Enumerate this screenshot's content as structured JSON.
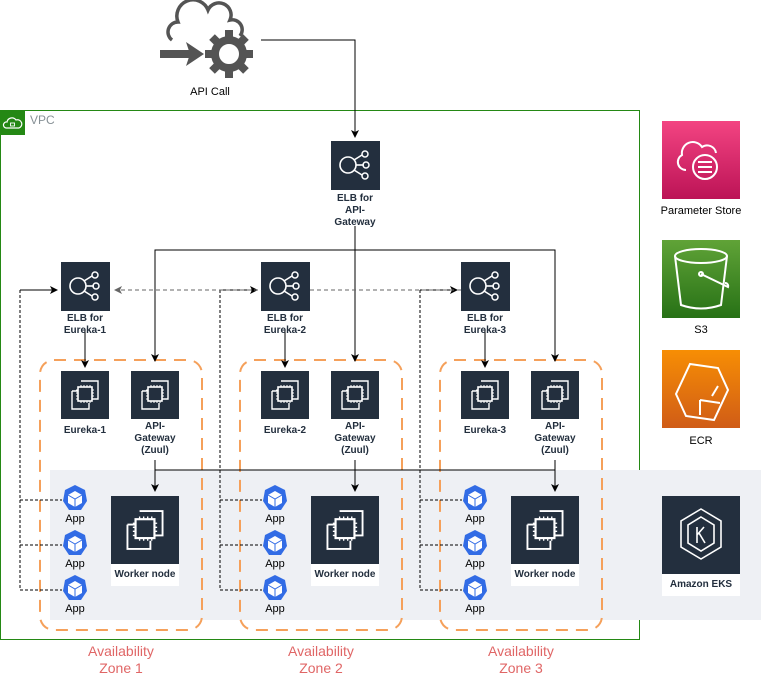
{
  "title": "API Call",
  "vpc": {
    "label": "VPC",
    "border_color": "#248814"
  },
  "api_call": {
    "label": "API Call",
    "icon": "cloud-gear-icon"
  },
  "elb_gateway": {
    "label": "ELB for\nAPI-\nGateway",
    "icon": "elastic-load-balancer-icon"
  },
  "zones": [
    {
      "name": "Availability\nZone 1",
      "elb": "ELB for\nEureka-1",
      "eureka": "Eureka-1",
      "gateway": "API-\nGateway\n(Zuul)",
      "worker": "Worker node",
      "apps": [
        "App",
        "App",
        "App"
      ]
    },
    {
      "name": "Availability\nZone 2",
      "elb": "ELB for\nEureka-2",
      "eureka": "Eureka-2",
      "gateway": "API-\nGateway\n(Zuul)",
      "worker": "Worker node",
      "apps": [
        "App",
        "App",
        "App"
      ]
    },
    {
      "name": "Availability\nZone 3",
      "elb": "ELB for\nEureka-3",
      "eureka": "Eureka-3",
      "gateway": "API-\nGateway\n(Zuul)",
      "worker": "Worker node",
      "apps": [
        "App",
        "App",
        "App"
      ]
    }
  ],
  "services": [
    {
      "label": "Parameter Store",
      "icon": "parameter-store-icon",
      "color": "#e7157b"
    },
    {
      "label": "S3",
      "icon": "s3-bucket-icon",
      "color": "#3f8624"
    },
    {
      "label": "ECR",
      "icon": "ecr-icon",
      "color": "#ed7100"
    }
  ],
  "eks": {
    "label": "Amazon EKS",
    "icon": "eks-icon"
  },
  "colors": {
    "zone_border": "#f5a05a",
    "zone_label": "#e06666",
    "tile": "#232f3e",
    "eks_band": "#eef0f4",
    "app_icon": "#326ce5"
  }
}
